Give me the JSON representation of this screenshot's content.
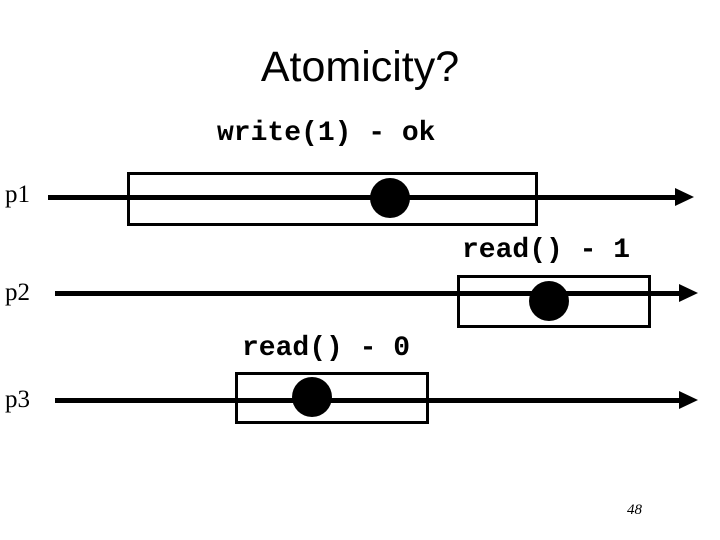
{
  "slide": {
    "title": "Atomicity?",
    "page_number": "48"
  },
  "diagram": {
    "ink_color": "#000000",
    "background_color": "#ffffff",
    "processes": [
      {
        "label": "p1",
        "operation_label": "write(1) - ok"
      },
      {
        "label": "p2",
        "operation_label": "read() - 1"
      },
      {
        "label": "p3",
        "operation_label": "read() - 0"
      }
    ]
  }
}
